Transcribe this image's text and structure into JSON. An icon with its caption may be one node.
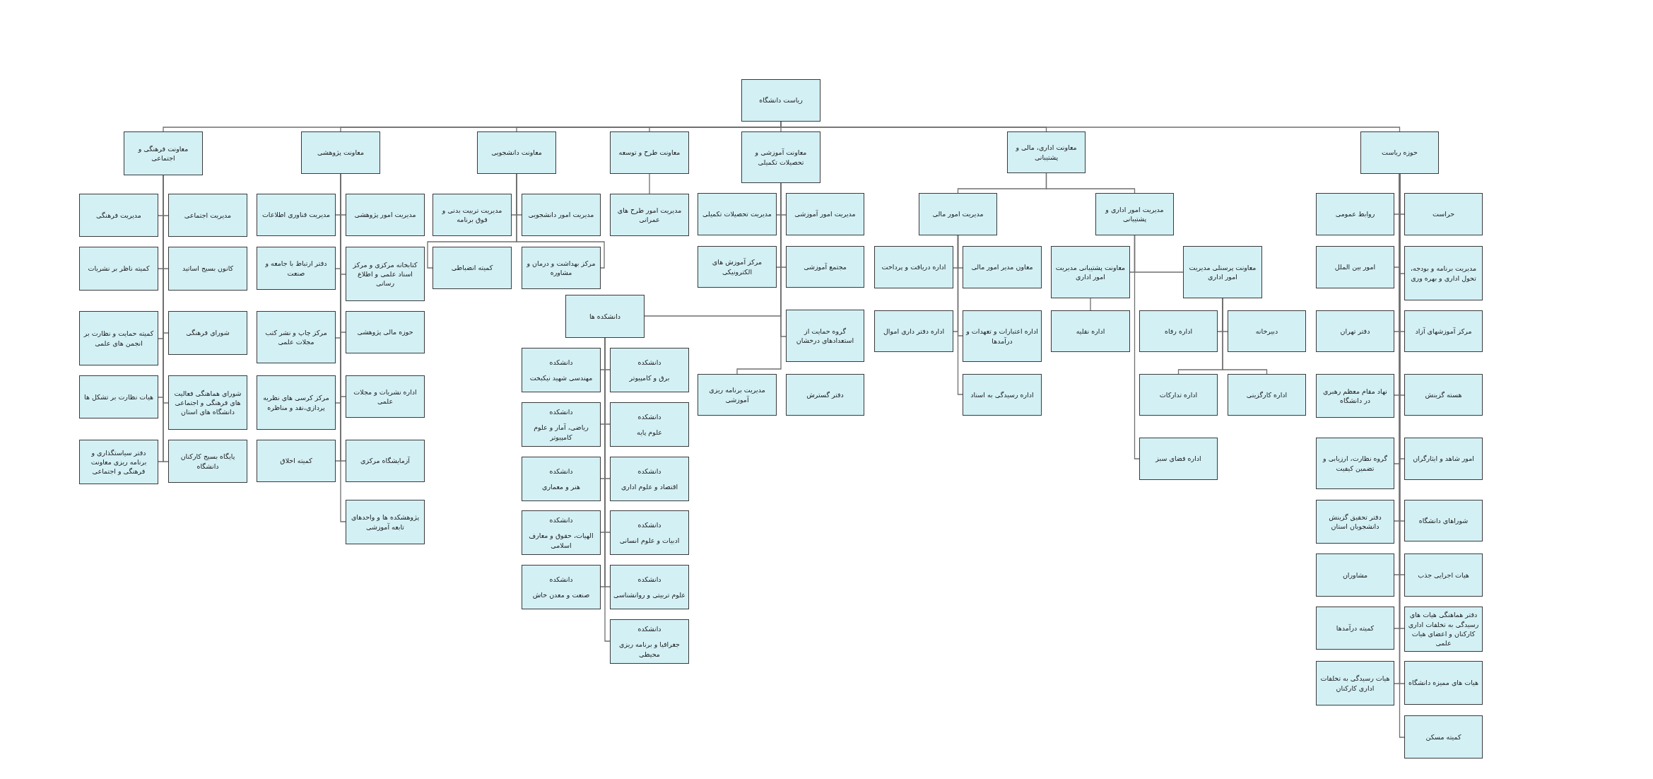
{
  "diagram": {
    "nodes": [
      {
        "text": [
          "ریاست دانشگاه"
        ]
      },
      {
        "text": [
          "حوزه ریاست"
        ]
      },
      {
        "text": [
          "معاونت اداری، مالی و پشتیبانی"
        ]
      },
      {
        "text": [
          "معاونت آموزشی و تحصیلات تکمیلی"
        ]
      },
      {
        "text": [
          "معاونت طرح و توسعه"
        ]
      },
      {
        "text": [
          "معاونت دانشجویی"
        ]
      },
      {
        "text": [
          "معاونت پژوهشی"
        ]
      },
      {
        "text": [
          "معاونت فرهنگی و اجتماعی"
        ]
      },
      {
        "text": [
          "حراست"
        ]
      },
      {
        "text": [
          "روابط عمومی"
        ]
      },
      {
        "text": [
          "مدیریت برنامه و بودجه، تحول اداری و بهره وری"
        ]
      },
      {
        "text": [
          "امور بین الملل"
        ]
      },
      {
        "text": [
          "مرکز آموزشهای آزاد"
        ]
      },
      {
        "text": [
          "دفتر تهران"
        ]
      },
      {
        "text": [
          "هسته گزینش"
        ]
      },
      {
        "text": [
          "نهاد مقام معظم رهبری در دانشگاه"
        ]
      },
      {
        "text": [
          "امور شاهد و ایثارگران"
        ]
      },
      {
        "text": [
          "گروه نظارت، ارزیابی و تضمین کیفیت"
        ]
      },
      {
        "text": [
          "شوراهای دانشگاه"
        ]
      },
      {
        "text": [
          "دفتر تحقیق گزینش دانشجویان استان"
        ]
      },
      {
        "text": [
          "هیات اجرایی جذب"
        ]
      },
      {
        "text": [
          "مشاوران"
        ]
      },
      {
        "text": [
          "دفتر هماهنگی هیات های رسیدگی به تخلفات اداری کارکنان و اعضای هیات علمی"
        ]
      },
      {
        "text": [
          "کمیته درآمدها"
        ]
      },
      {
        "text": [
          "هیات های ممیزه دانشگاه"
        ]
      },
      {
        "text": [
          "هیات رسیدگی به تخلفات اداری کارکنان"
        ]
      },
      {
        "text": [
          "کمیته مسکن"
        ]
      },
      {
        "text": [
          "مدیریت امور اداری و پشتیبانی"
        ]
      },
      {
        "text": [
          "مدیریت امور مالی"
        ]
      },
      {
        "text": [
          "معاونت پرسنلی مدیریت امور اداری"
        ]
      },
      {
        "text": [
          "معاونت پشتیبانی مدیریت امور اداری"
        ]
      },
      {
        "text": [
          "اداره نقلیه"
        ]
      },
      {
        "text": [
          "دبیرخانه"
        ]
      },
      {
        "text": [
          "اداره رفاه"
        ]
      },
      {
        "text": [
          "اداره کارگزینی"
        ]
      },
      {
        "text": [
          "اداره تدارکات"
        ]
      },
      {
        "text": [
          "اداره فضای سبز"
        ]
      },
      {
        "text": [
          "معاون مدیر امور مالی"
        ]
      },
      {
        "text": [
          "اداره دریافت و پرداخت"
        ]
      },
      {
        "text": [
          "اداره اعتبارات و تعهدات و درآمدها"
        ]
      },
      {
        "text": [
          "اداره دفتر داری اموال"
        ]
      },
      {
        "text": [
          "اداره رسیدگی به اسناد"
        ]
      },
      {
        "text": [
          "مدیریت امور آموزشی"
        ]
      },
      {
        "text": [
          "مدیریت تحصیلات تکمیلی"
        ]
      },
      {
        "text": [
          "مجتمع آموزشی"
        ]
      },
      {
        "text": [
          "مرکز آموزش های الکترونیکی"
        ]
      },
      {
        "text": [
          "گروه حمایت از استعدادهای درخشان"
        ]
      },
      {
        "text": [
          "دفتر گسترش"
        ]
      },
      {
        "text": [
          "مدیریت برنامه ریزی آموزشی"
        ]
      },
      {
        "text": [
          "دانشکده ها"
        ]
      },
      {
        "text": [
          "دانشکده",
          "برق و کامپیوتر"
        ]
      },
      {
        "text": [
          "دانشکده",
          "مهندسی شهید نیکبخت"
        ]
      },
      {
        "text": [
          "دانشکده",
          "علوم پایه"
        ]
      },
      {
        "text": [
          "دانشکده",
          "ریاضی، آمار و علوم کامپیوتر"
        ]
      },
      {
        "text": [
          "دانشکده",
          "اقتصاد و علوم اداری"
        ]
      },
      {
        "text": [
          "دانشکده",
          "هنر و معماری"
        ]
      },
      {
        "text": [
          "دانشکده",
          "ادبیات و علوم انسانی"
        ]
      },
      {
        "text": [
          "دانشکده",
          "الهیات، حقوق و معارف اسلامی"
        ]
      },
      {
        "text": [
          "دانشکده",
          "علوم تربیتی و روانشناسی"
        ]
      },
      {
        "text": [
          "دانشکده",
          "صنعت و معدن خاش"
        ]
      },
      {
        "text": [
          "دانشکده",
          "جغرافیا و برنامه ریزی محیطی"
        ]
      },
      {
        "text": [
          "مدیریت امور طرح های عمرانی"
        ]
      },
      {
        "text": [
          "مدیریت امور دانشجویی"
        ]
      },
      {
        "text": [
          "مدیریت تربیت بدنی و فوق برنامه"
        ]
      },
      {
        "text": [
          "مرکز بهداشت و درمان و مشاوره"
        ]
      },
      {
        "text": [
          "کمیته انضباطی"
        ]
      },
      {
        "text": [
          "مدیریت امور پژوهشی"
        ]
      },
      {
        "text": [
          "مدیریت فناوری اطلاعات"
        ]
      },
      {
        "text": [
          "کتابخانه مرکزی و مرکز اسناد علمی و اطلاع رسانی"
        ]
      },
      {
        "text": [
          "دفتر ارتباط با جامعه و صنعت"
        ]
      },
      {
        "text": [
          "حوزه مالی پژوهشی"
        ]
      },
      {
        "text": [
          "مرکز چاپ و نشر کتب مجلات علمی"
        ]
      },
      {
        "text": [
          "اداره نشریات و مجلات علمی"
        ]
      },
      {
        "text": [
          "مرکز کرسی های نظریه پردازی،نقد و مناظره"
        ]
      },
      {
        "text": [
          "آزمایشگاه مرکزی"
        ]
      },
      {
        "text": [
          "کمیته اخلاق"
        ]
      },
      {
        "text": [
          "پژوهشکده ها و واحدهای تابعه آموزشی"
        ]
      },
      {
        "text": [
          "مدیریت اجتماعی"
        ]
      },
      {
        "text": [
          "مدیریت فرهنگی"
        ]
      },
      {
        "text": [
          "کانون بسیج اساتید"
        ]
      },
      {
        "text": [
          "کمیته ناظر بر نشریات"
        ]
      },
      {
        "text": [
          "شورای فرهنگی"
        ]
      },
      {
        "text": [
          "کمیته حمایت و نظارت بر انجمن های علمی"
        ]
      },
      {
        "text": [
          "شورای هماهنگی فعالیت های فرهنگی و اجتماعی دانشگاه های استان"
        ]
      },
      {
        "text": [
          "هیات نظارت بر تشکل ها"
        ]
      },
      {
        "text": [
          "پایگاه بسیج کارکنان دانشگاه"
        ]
      },
      {
        "text": [
          "دفتر سیاستگذاری و برنامه ریزی معاونت فرهنگی و اجتماعی"
        ]
      }
    ],
    "edges": [
      {
        "from": 0,
        "to": 1,
        "arrow": "none"
      },
      {
        "from": 0,
        "to": 2,
        "arrow": "none"
      },
      {
        "from": 0,
        "to": 3,
        "arrow": "none"
      },
      {
        "from": 0,
        "to": 4,
        "arrow": "none"
      },
      {
        "from": 0,
        "to": 5,
        "arrow": "none"
      },
      {
        "from": 0,
        "to": 6,
        "arrow": "none"
      },
      {
        "from": 0,
        "to": 7,
        "arrow": "none"
      },
      {
        "from": 1,
        "to": 8,
        "arrow": "none"
      },
      {
        "from": 1,
        "to": 9,
        "arrow": "none"
      },
      {
        "from": 1,
        "to": 10,
        "arrow": "none"
      },
      {
        "from": 1,
        "to": 11,
        "arrow": "none"
      },
      {
        "from": 1,
        "to": 12,
        "arrow": "none"
      },
      {
        "from": 1,
        "to": 13,
        "arrow": "none"
      },
      {
        "from": 1,
        "to": 14,
        "arrow": "none"
      },
      {
        "from": 1,
        "to": 15,
        "arrow": "none"
      },
      {
        "from": 1,
        "to": 16,
        "arrow": "none"
      },
      {
        "from": 1,
        "to": 17,
        "arrow": "none"
      },
      {
        "from": 1,
        "to": 18,
        "arrow": "none"
      },
      {
        "from": 1,
        "to": 19,
        "arrow": "none"
      },
      {
        "from": 1,
        "to": 20,
        "arrow": "none"
      },
      {
        "from": 1,
        "to": 21,
        "arrow": "none"
      },
      {
        "from": 1,
        "to": 22,
        "arrow": "none"
      },
      {
        "from": 1,
        "to": 23,
        "arrow": "none"
      },
      {
        "from": 1,
        "to": 24,
        "arrow": "none"
      },
      {
        "from": 1,
        "to": 25,
        "arrow": "none"
      },
      {
        "from": 1,
        "to": 26,
        "arrow": "none"
      },
      {
        "from": 2,
        "to": 27,
        "arrow": "none"
      },
      {
        "from": 2,
        "to": 28,
        "arrow": "none"
      },
      {
        "from": 27,
        "to": 29,
        "arrow": "none"
      },
      {
        "from": 27,
        "to": 30,
        "arrow": "none"
      },
      {
        "from": 30,
        "to": 31,
        "arrow": "none"
      },
      {
        "from": 29,
        "to": 32,
        "arrow": "none"
      },
      {
        "from": 29,
        "to": 33,
        "arrow": "none"
      },
      {
        "from": 29,
        "to": 34,
        "arrow": "none"
      },
      {
        "from": 29,
        "to": 35,
        "arrow": "none"
      },
      {
        "from": 27,
        "to": 36,
        "arrow": "none"
      },
      {
        "from": 28,
        "to": 37,
        "arrow": "none"
      },
      {
        "from": 28,
        "to": 38,
        "arrow": "none"
      },
      {
        "from": 28,
        "to": 39,
        "arrow": "none"
      },
      {
        "from": 28,
        "to": 40,
        "arrow": "none"
      },
      {
        "from": 28,
        "to": 41,
        "arrow": "none"
      },
      {
        "from": 3,
        "to": 42,
        "arrow": "none"
      },
      {
        "from": 3,
        "to": 43,
        "arrow": "none"
      },
      {
        "from": 3,
        "to": 44,
        "arrow": "none"
      },
      {
        "from": 3,
        "to": 45,
        "arrow": "none"
      },
      {
        "from": 3,
        "to": 46,
        "arrow": "none"
      },
      {
        "from": 3,
        "to": 48,
        "arrow": "none"
      },
      {
        "from": 3,
        "to": 49,
        "arrow": "none"
      },
      {
        "from": 49,
        "to": 50,
        "arrow": "none"
      },
      {
        "from": 49,
        "to": 51,
        "arrow": "none"
      },
      {
        "from": 49,
        "to": 52,
        "arrow": "none"
      },
      {
        "from": 49,
        "to": 53,
        "arrow": "none"
      },
      {
        "from": 49,
        "to": 54,
        "arrow": "none"
      },
      {
        "from": 49,
        "to": 55,
        "arrow": "none"
      },
      {
        "from": 49,
        "to": 56,
        "arrow": "none"
      },
      {
        "from": 49,
        "to": 57,
        "arrow": "none"
      },
      {
        "from": 49,
        "to": 58,
        "arrow": "none"
      },
      {
        "from": 49,
        "to": 59,
        "arrow": "none"
      },
      {
        "from": 49,
        "to": 60,
        "arrow": "none"
      },
      {
        "from": 4,
        "to": 61,
        "arrow": "none"
      },
      {
        "from": 5,
        "to": 62,
        "arrow": "none"
      },
      {
        "from": 5,
        "to": 63,
        "arrow": "none"
      },
      {
        "from": 5,
        "to": 64,
        "arrow": "none"
      },
      {
        "from": 5,
        "to": 65,
        "arrow": "none"
      },
      {
        "from": 6,
        "to": 66,
        "arrow": "none"
      },
      {
        "from": 6,
        "to": 67,
        "arrow": "none"
      },
      {
        "from": 6,
        "to": 68,
        "arrow": "none"
      },
      {
        "from": 6,
        "to": 69,
        "arrow": "none"
      },
      {
        "from": 6,
        "to": 70,
        "arrow": "none"
      },
      {
        "from": 6,
        "to": 71,
        "arrow": "none"
      },
      {
        "from": 6,
        "to": 72,
        "arrow": "none"
      },
      {
        "from": 6,
        "to": 73,
        "arrow": "none"
      },
      {
        "from": 6,
        "to": 74,
        "arrow": "none"
      },
      {
        "from": 6,
        "to": 75,
        "arrow": "none"
      },
      {
        "from": 6,
        "to": 76,
        "arrow": "none"
      },
      {
        "from": 7,
        "to": 77,
        "arrow": "none"
      },
      {
        "from": 7,
        "to": 78,
        "arrow": "none"
      },
      {
        "from": 7,
        "to": 79,
        "arrow": "none"
      },
      {
        "from": 7,
        "to": 80,
        "arrow": "none"
      },
      {
        "from": 7,
        "to": 81,
        "arrow": "none"
      },
      {
        "from": 7,
        "to": 82,
        "arrow": "none"
      },
      {
        "from": 7,
        "to": 83,
        "arrow": "none"
      },
      {
        "from": 7,
        "to": 84,
        "arrow": "none"
      },
      {
        "from": 7,
        "to": 85,
        "arrow": "none"
      },
      {
        "from": 7,
        "to": 86,
        "arrow": "none"
      }
    ]
  }
}
